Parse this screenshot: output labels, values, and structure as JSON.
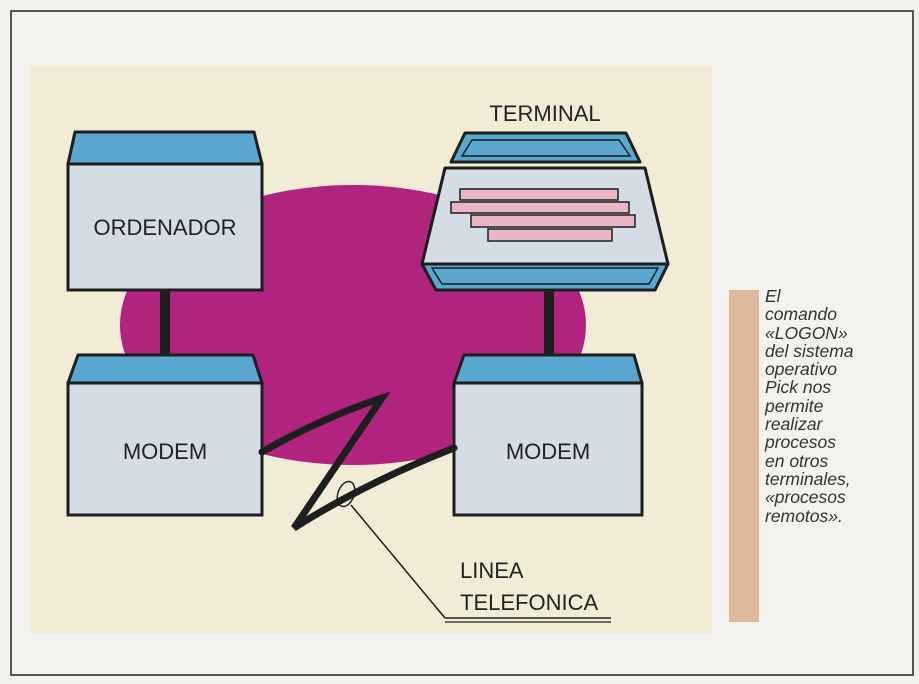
{
  "diagram": {
    "terminal_label": "TERMINAL",
    "computer_label": "ORDENADOR",
    "left_modem_label": "MODEM",
    "right_modem_label": "MODEM",
    "phone_line_label_1": "LINEA",
    "phone_line_label_2": "TELEFONICA"
  },
  "caption": {
    "lines": [
      "El",
      "comando",
      "«LOGON»",
      "del sistema",
      "operativo",
      "Pick nos",
      "permite",
      "realizar",
      "procesos",
      "en otros",
      "terminales,",
      "«procesos",
      "remotos»."
    ]
  },
  "colors": {
    "background_panel": "#f2ecd6",
    "ellipse": "#b0247f",
    "box_fill": "#d4dde6",
    "box_top": "#5aa7cf",
    "keyboard_keys": "#eab6c6",
    "caption_bar": "#dcb99a"
  }
}
